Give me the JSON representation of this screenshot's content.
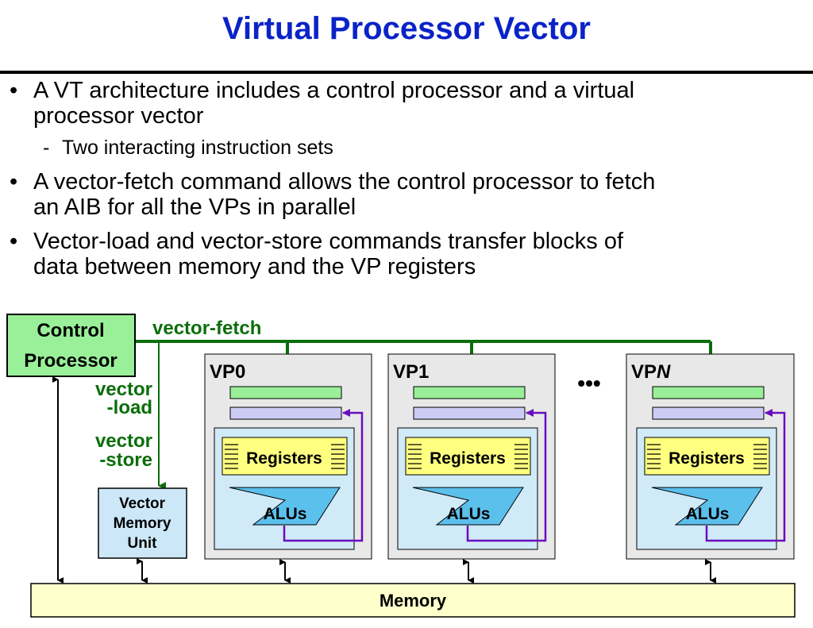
{
  "title": "Virtual Processor Vector",
  "bullets": [
    {
      "text_line1": "A VT architecture includes a control processor and a virtual",
      "text_line2": "processor vector"
    },
    {
      "text_line1": "A vector-fetch command allows the control processor to fetch",
      "text_line2": "an AIB for all the VPs in parallel"
    },
    {
      "text_line1": "Vector-load and vector-store commands transfer blocks of",
      "text_line2": "data between memory and the VP registers"
    }
  ],
  "sub_bullet": "Two interacting instruction sets",
  "diagram": {
    "control_processor": {
      "line1": "Control",
      "line2": "Processor"
    },
    "vector_fetch_label": "vector-fetch",
    "vector_load_label": {
      "line1": "vector",
      "line2": "-load"
    },
    "vector_store_label": {
      "line1": "vector",
      "line2": "-store"
    },
    "vmu": {
      "line1": "Vector",
      "line2": "Memory",
      "line3": "Unit"
    },
    "vps": [
      {
        "label": "VP0",
        "registers": "Registers",
        "alus": "ALUs"
      },
      {
        "label": "VP1",
        "registers": "Registers",
        "alus": "ALUs"
      },
      {
        "label": "VP",
        "label_italic": "N",
        "registers": "Registers",
        "alus": "ALUs"
      }
    ],
    "ellipsis": "•••",
    "memory": "Memory",
    "colors": {
      "title": "#0a23c8",
      "green_box": "#99f099",
      "green_line": "#0a6e0a",
      "vmu_fill": "#cce8f8",
      "vp_fill": "#e8e8e8",
      "inner_fill": "#d0eaf8",
      "lavender": "#ccccf5",
      "registers_fill": "#ffff80",
      "alu_fill": "#5cc0ec",
      "purple": "#6a0dbf",
      "memory_fill": "#ffffcc"
    }
  }
}
